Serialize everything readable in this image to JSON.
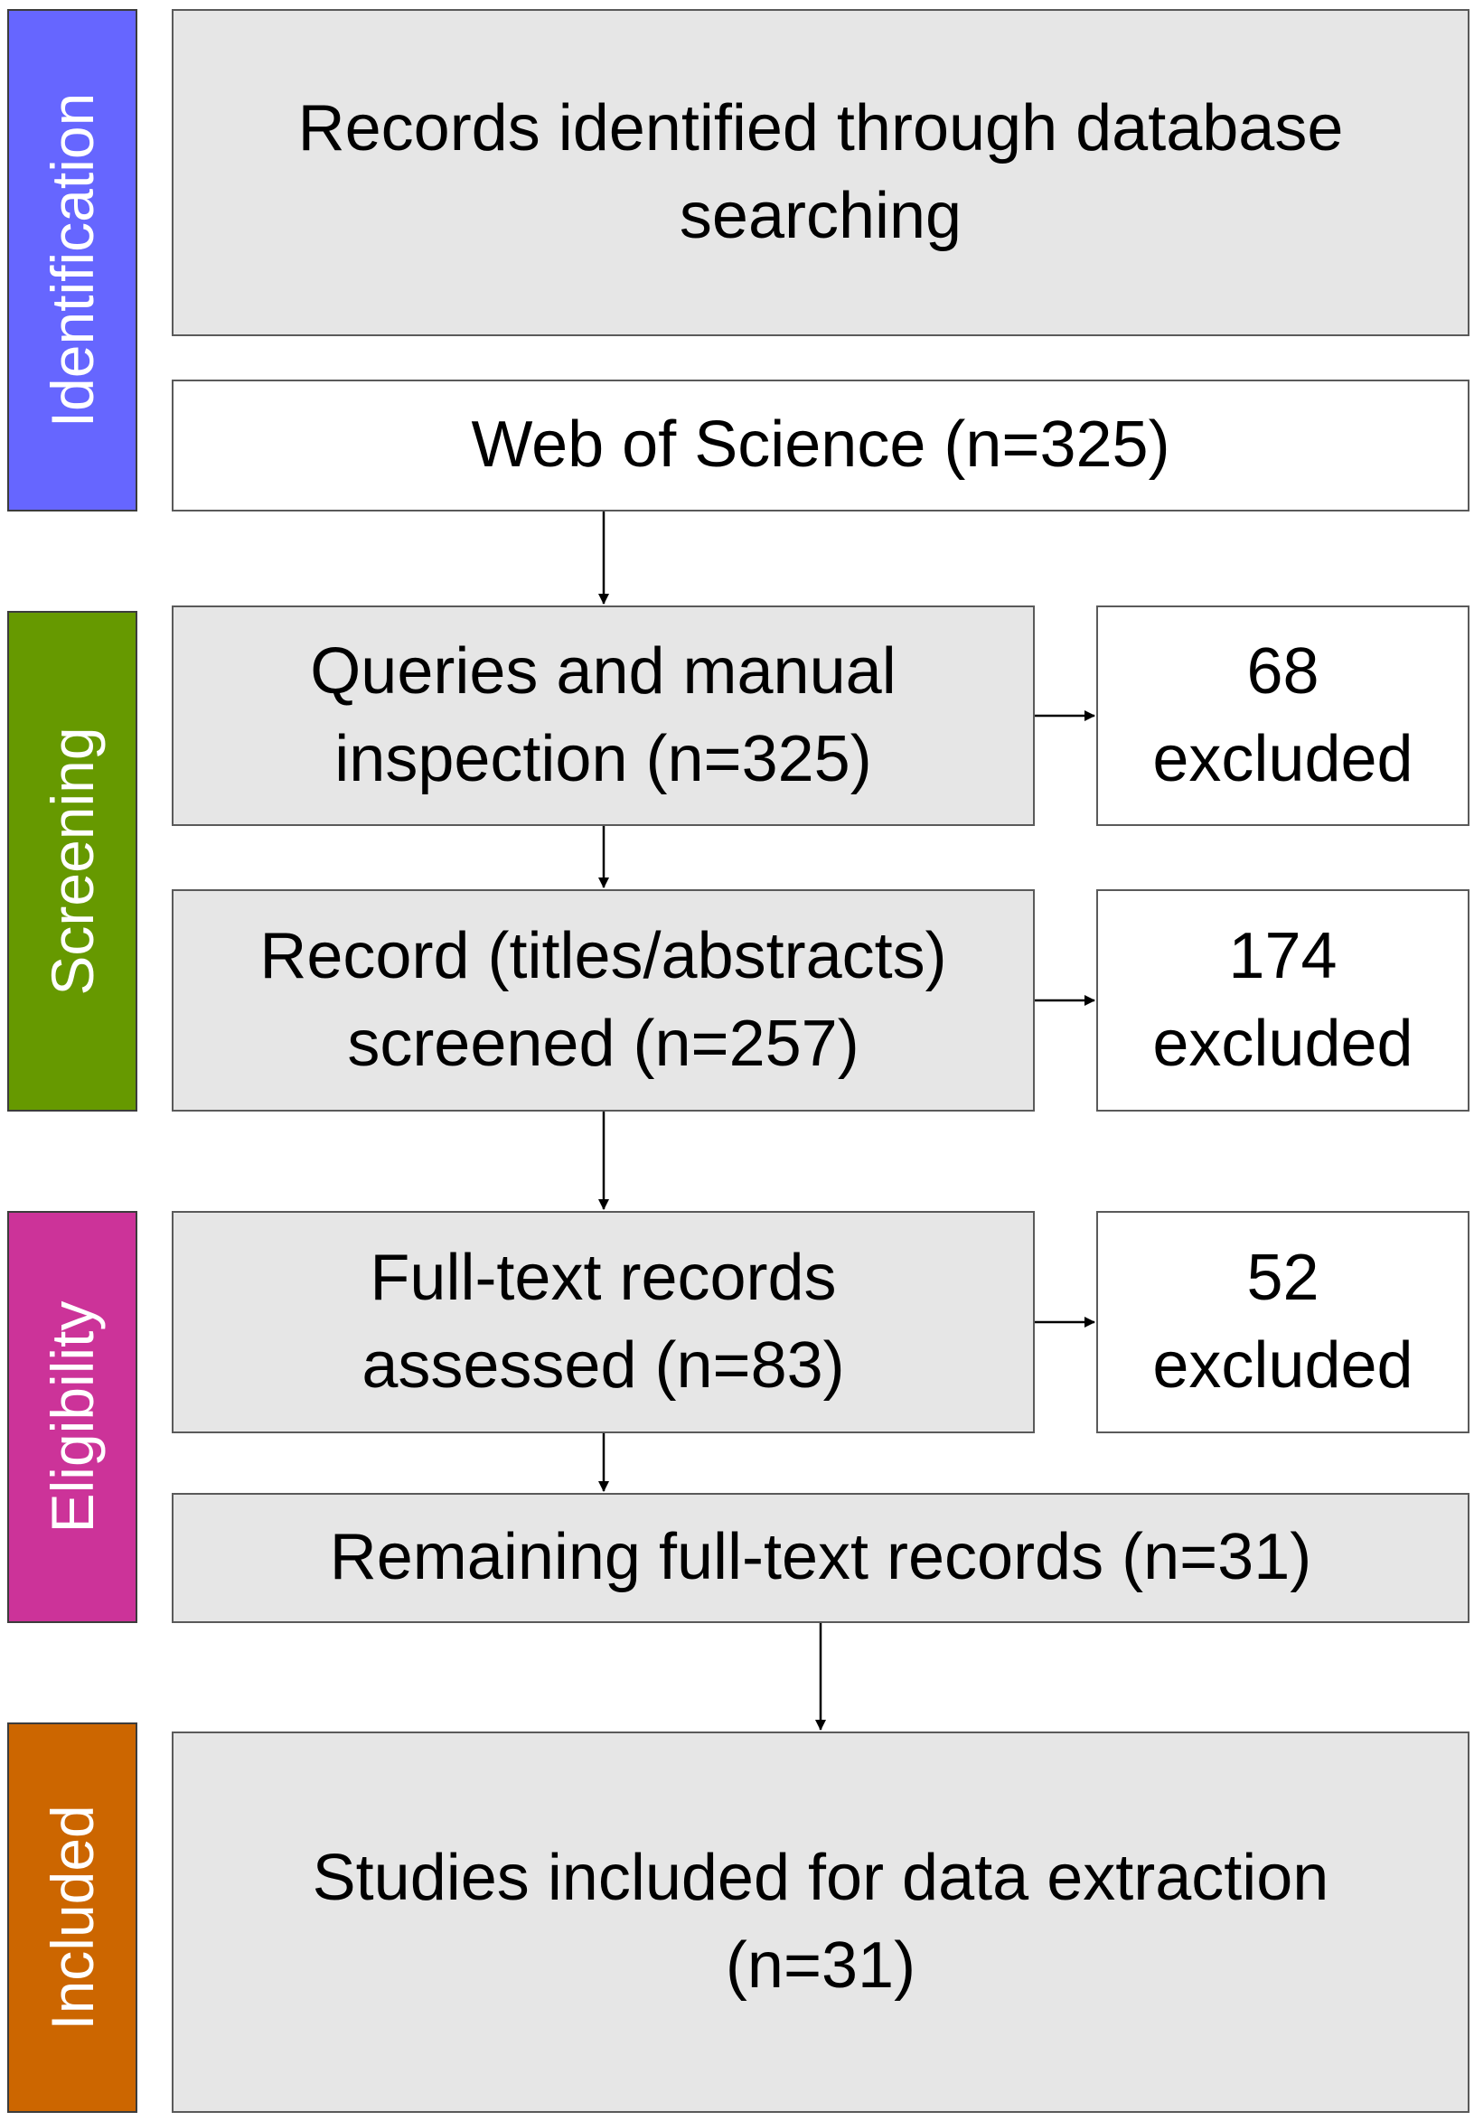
{
  "stages": [
    {
      "id": "identification",
      "label": "Identification",
      "color": "#6666ff"
    },
    {
      "id": "screening",
      "label": "Screening",
      "color": "#669900"
    },
    {
      "id": "eligibility",
      "label": "Eligibility",
      "color": "#cc3399"
    },
    {
      "id": "included",
      "label": "Included",
      "color": "#cc6600"
    }
  ],
  "boxes": {
    "records_identified": {
      "lines": [
        "Records identified through database",
        "searching"
      ]
    },
    "web_of_science": {
      "lines": [
        "Web of Science (n=325)"
      ]
    },
    "queries_inspection": {
      "lines": [
        "Queries and manual",
        "inspection (n=325)"
      ]
    },
    "excluded_1": {
      "lines": [
        "68",
        "excluded"
      ]
    },
    "records_screened": {
      "lines": [
        "Record (titles/abstracts)",
        "screened (n=257)"
      ]
    },
    "excluded_2": {
      "lines": [
        "174",
        "excluded"
      ]
    },
    "fulltext_assessed": {
      "lines": [
        "Full-text records",
        "assessed (n=83)"
      ]
    },
    "excluded_3": {
      "lines": [
        "52",
        "excluded"
      ]
    },
    "remaining_fulltext": {
      "lines": [
        "Remaining full-text records (n=31)"
      ]
    },
    "studies_included": {
      "lines": [
        "Studies included for data extraction",
        "(n=31)"
      ]
    }
  }
}
